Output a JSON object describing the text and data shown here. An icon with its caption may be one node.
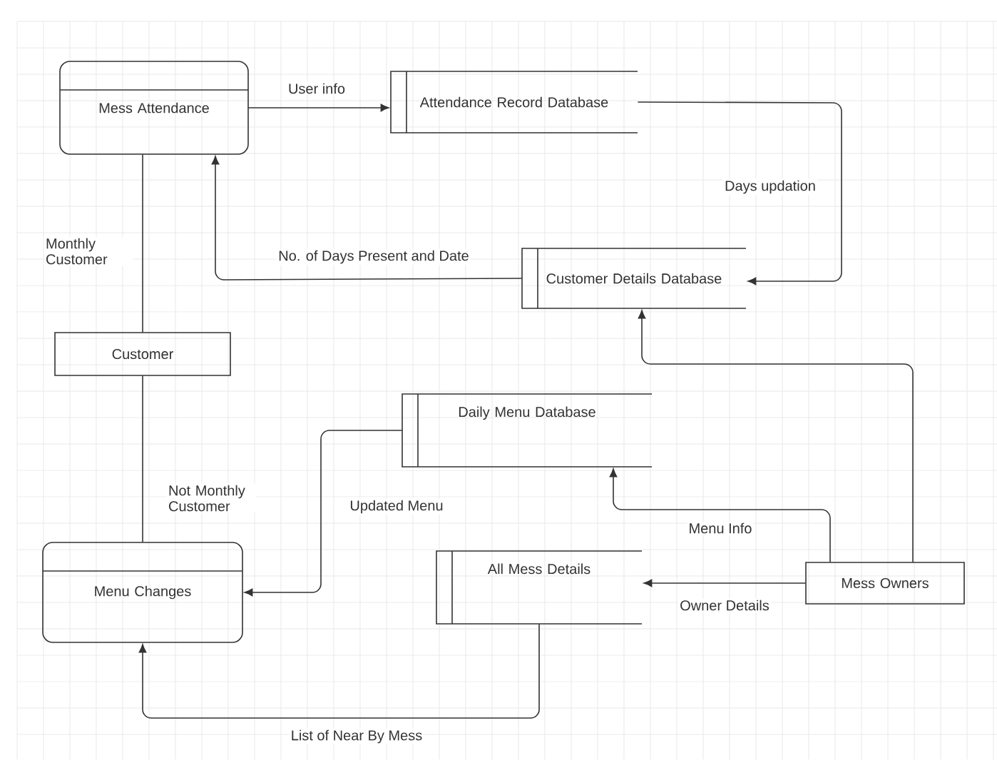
{
  "diagram": {
    "nodes": [
      {
        "text": [
          "Mess Attendance"
        ]
      },
      {
        "text": [
          "Attendance Record Database"
        ]
      },
      {
        "text": [
          "Customer Details Database"
        ]
      },
      {
        "text": [
          "Customer"
        ]
      },
      {
        "text": [
          "Daily Menu Database"
        ]
      },
      {
        "text": [
          "Menu Changes"
        ]
      },
      {
        "text": [
          "All Mess Details"
        ]
      },
      {
        "text": [
          "Mess Owners"
        ]
      }
    ],
    "edges": [
      {
        "from": 0,
        "to": 1,
        "arrow": "to",
        "label": "User info"
      },
      {
        "from": 1,
        "to": 2,
        "arrow": "to",
        "label": "Days updation"
      },
      {
        "from": 2,
        "to": 0,
        "arrow": "to",
        "label": "No. of Days Present and Date"
      },
      {
        "from": 3,
        "to": 0,
        "arrow": "none",
        "label": "Monthly Customer"
      },
      {
        "from": 3,
        "to": 5,
        "arrow": "none",
        "label": "Not Monthly Customer"
      },
      {
        "from": 4,
        "to": 5,
        "arrow": "to",
        "label": "Updated Menu"
      },
      {
        "from": 7,
        "to": 4,
        "arrow": "to",
        "label": "Menu Info"
      },
      {
        "from": 7,
        "to": 6,
        "arrow": "to",
        "label": "Owner Details"
      },
      {
        "from": 6,
        "to": 5,
        "arrow": "to",
        "label": "List of Near By Mess"
      },
      {
        "from": 7,
        "to": 2,
        "arrow": "to"
      }
    ]
  }
}
